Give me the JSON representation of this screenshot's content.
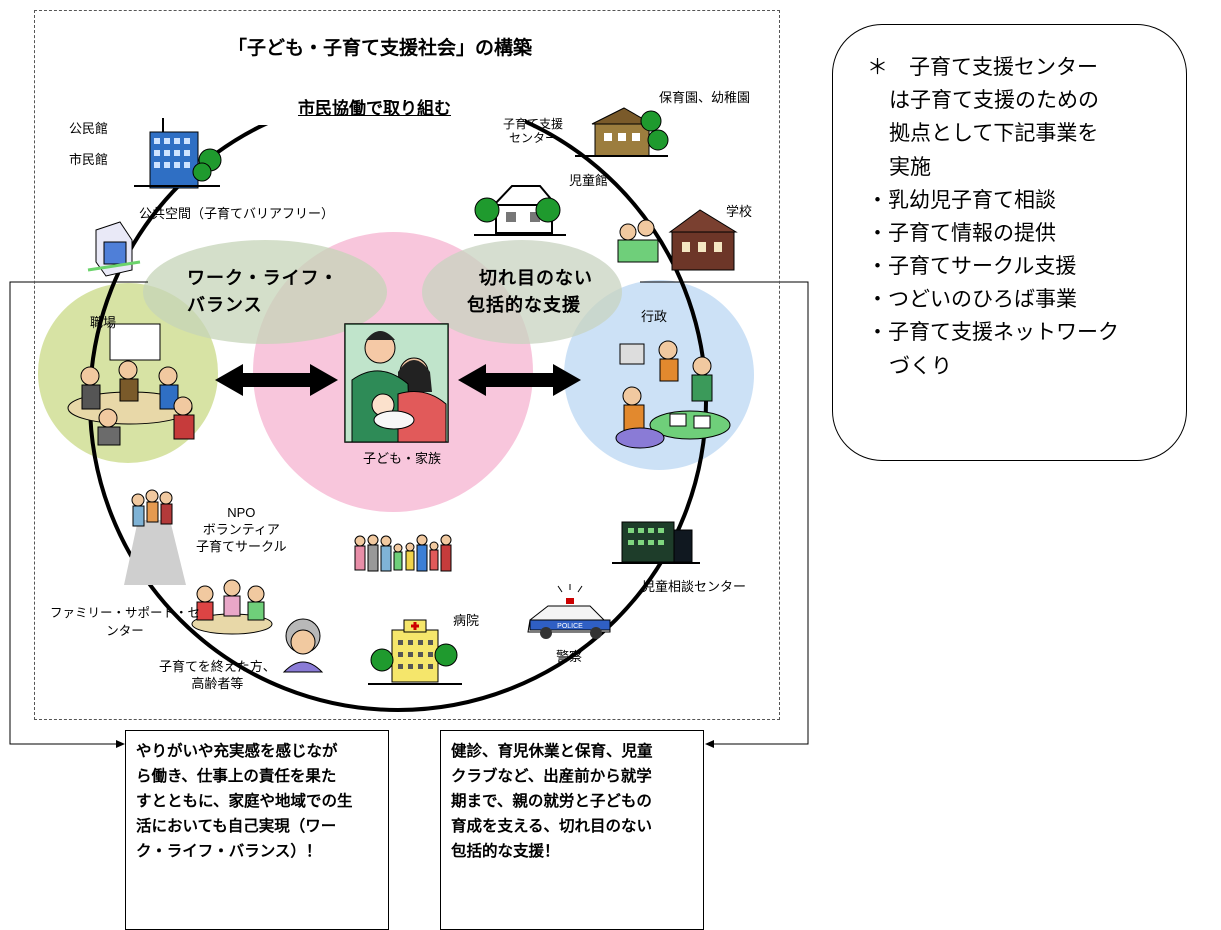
{
  "title": "「子ども・子育て支援社会」の構築",
  "subtitle": "市民協働で取り組む",
  "labels": {
    "kominkan": "公民館",
    "shiminkan": "市民館",
    "public_space": "公共空間（子育てバリアフリー）",
    "support_center_1": "子育て支援",
    "support_center_2": "センター",
    "nursery": "保育園、幼稚園",
    "jidokan": "児童館",
    "school": "学校",
    "workplace": "職場",
    "government": "行政",
    "child_family": "子ども・家族",
    "npo_1": "NPO",
    "npo_2": "ボランティア",
    "npo_3": "子育てサークル",
    "family_support_1": "ファミリー・サポート・セ",
    "family_support_2": "ンター",
    "elderly_1": "子育てを終えた方、",
    "elderly_2": "高齢者等",
    "hospital": "病院",
    "police": "警察",
    "police_car_text": "POLICE",
    "child_consult": "児童相談センター"
  },
  "wlb_ellipse": {
    "line1": "ワーク・ライフ・",
    "line2": "バランス"
  },
  "seamless_ellipse": {
    "line1": "切れ目のない",
    "line2": "包括的な支援"
  },
  "bottom_left": [
    "やりがいや充実感を感じなが",
    "ら働き、仕事上の責任を果た",
    "すとともに、家庭や地域での生",
    "活においても自己実現（ワー",
    "ク・ライフ・バランス）！"
  ],
  "bottom_right": [
    "健診、育児休業と保育、児童",
    "クラブなど、出産前から就学",
    "期まで、親の就労と子どもの",
    "育成を支える、切れ目のない",
    "包括的な支援！"
  ],
  "note": {
    "line1": "＊　子育て支援センター",
    "line2": "は子育て支援のための",
    "line3": "拠点として下記事業を",
    "line4": "実施",
    "items": [
      "・乳幼児子育て相談",
      "・子育て情報の提供",
      "・子育てサークル支援",
      "・つどいのひろば事業",
      "・子育て支援ネットワーク"
    ],
    "last": "づくり"
  },
  "colors": {
    "pink_circle": "#f8c6dc",
    "green_circle": "#d3e09a",
    "blue_circle": "#c9dff5",
    "gray_ellipse": "#cfd8c8",
    "tree_green": "#1f9a2e",
    "building_blue": "#2f6fc4",
    "building_yellow": "#f5e66b",
    "house_brown": "#7a5a2a"
  }
}
